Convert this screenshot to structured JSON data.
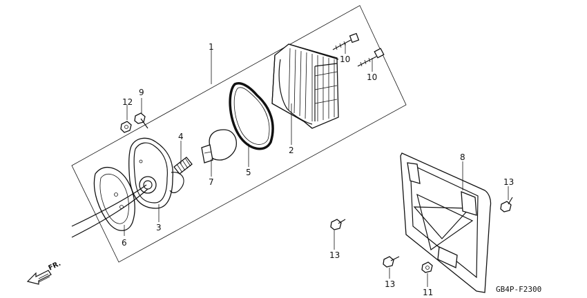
{
  "diagram": {
    "code": "GB4P-F2300",
    "direction_label": "FR.",
    "callouts": {
      "c1": "1",
      "c2": "2",
      "c3": "3",
      "c4": "4",
      "c5": "5",
      "c6": "6",
      "c7": "7",
      "c8": "8",
      "c9": "9",
      "c10a": "10",
      "c10b": "10",
      "c11": "11",
      "c12": "12",
      "c13a": "13",
      "c13b": "13",
      "c13c": "13"
    }
  }
}
